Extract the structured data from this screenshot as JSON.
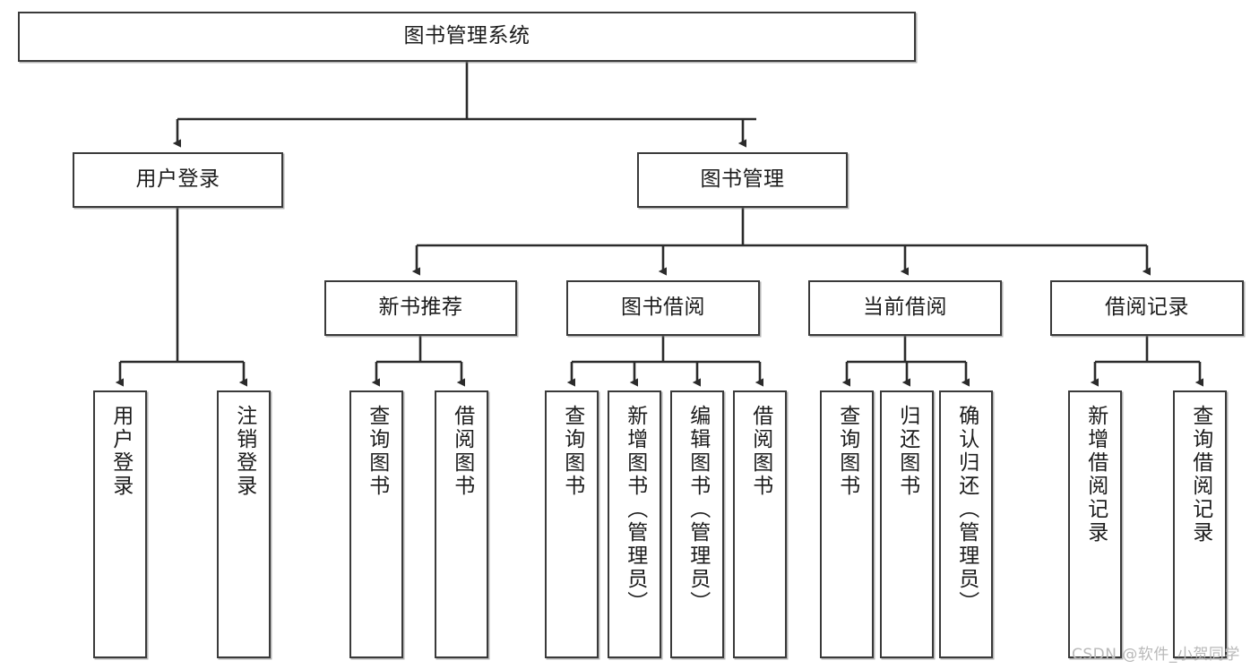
{
  "diagram": {
    "type": "hierarchy-tree",
    "title": "图书管理系统",
    "watermark": "CSDN @软件_小贺同学",
    "colors": {
      "box_border": "#3a3a3a",
      "box_fill": "#ffffff",
      "edge": "#2b2b2b",
      "text": "#1c1c1c",
      "watermark": "#b9b9b9",
      "background": "#ffffff"
    },
    "root": {
      "label": "图书管理系统"
    },
    "level2": [
      {
        "label": "用户登录"
      },
      {
        "label": "图书管理"
      }
    ],
    "level3": [
      {
        "label": "新书推荐"
      },
      {
        "label": "图书借阅"
      },
      {
        "label": "当前借阅"
      },
      {
        "label": "借阅记录"
      }
    ],
    "leaves": {
      "user_login": [
        {
          "label": "用户登录"
        },
        {
          "label": "注销登录"
        }
      ],
      "new_book_recommend": [
        {
          "label": "查询图书"
        },
        {
          "label": "借阅图书"
        }
      ],
      "book_borrow": [
        {
          "label": "查询图书"
        },
        {
          "label": "新增图书（管理员）"
        },
        {
          "label": "编辑图书（管理员）"
        },
        {
          "label": "借阅图书"
        }
      ],
      "current_borrow": [
        {
          "label": "查询图书"
        },
        {
          "label": "归还图书"
        },
        {
          "label": "确认归还（管理员）"
        }
      ],
      "borrow_record": [
        {
          "label": "新增借阅记录"
        },
        {
          "label": "查询借阅记录"
        }
      ]
    }
  }
}
